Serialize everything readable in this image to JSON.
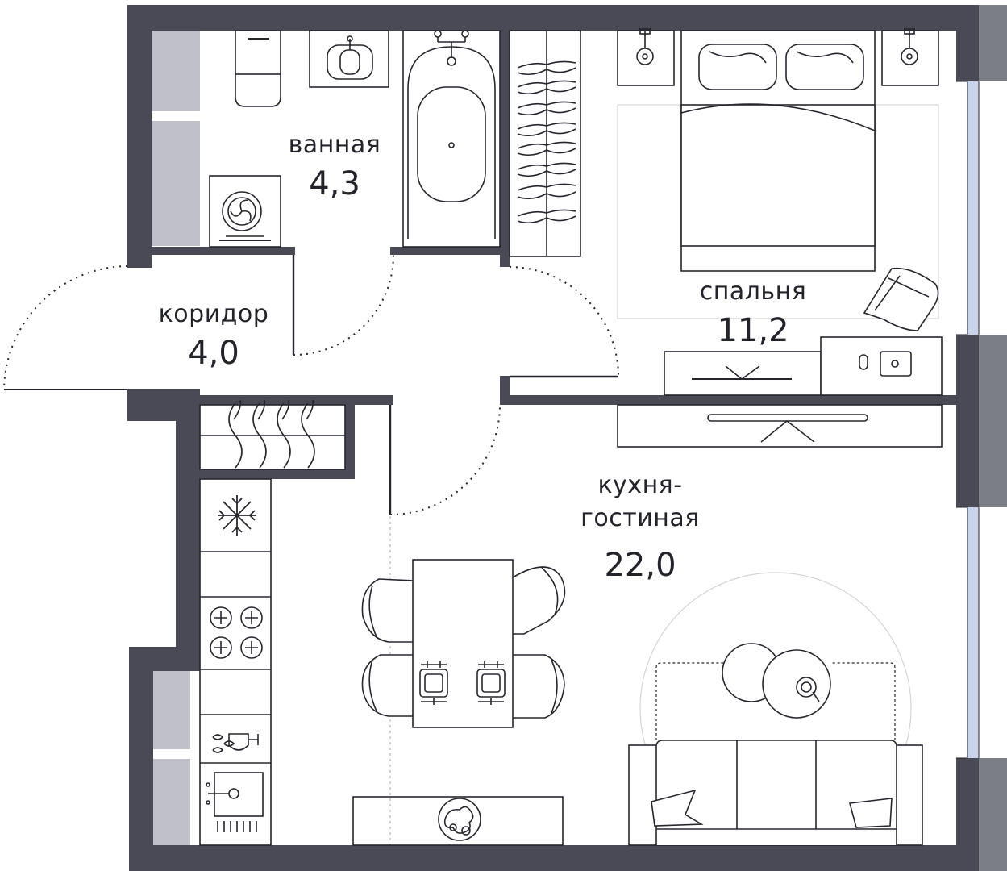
{
  "colors": {
    "wall": "#4a4a57",
    "panel": "#bfc0c9",
    "line": "#26262e",
    "window": "#c9d3ec",
    "sill": "#7c7e86"
  },
  "rooms": {
    "bathroom": {
      "name": "ванная",
      "area": "4,3"
    },
    "corridor": {
      "name": "коридор",
      "area": "4,0"
    },
    "bedroom": {
      "name": "спальня",
      "area": "11,2"
    },
    "living": {
      "name": "кухня-",
      "name2": "гостиная",
      "area": "22,0"
    }
  }
}
